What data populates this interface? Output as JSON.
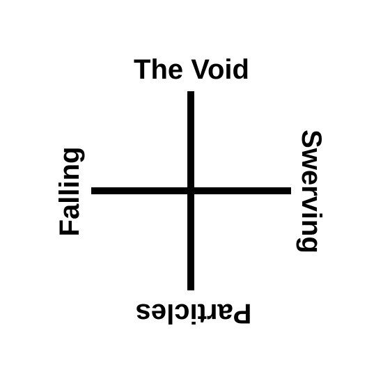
{
  "labels": {
    "top": "The Void",
    "bottom": "Particles",
    "left": "Falling",
    "right": "Swerving"
  },
  "colors": {
    "ink": "#000000",
    "background": "#ffffff"
  }
}
